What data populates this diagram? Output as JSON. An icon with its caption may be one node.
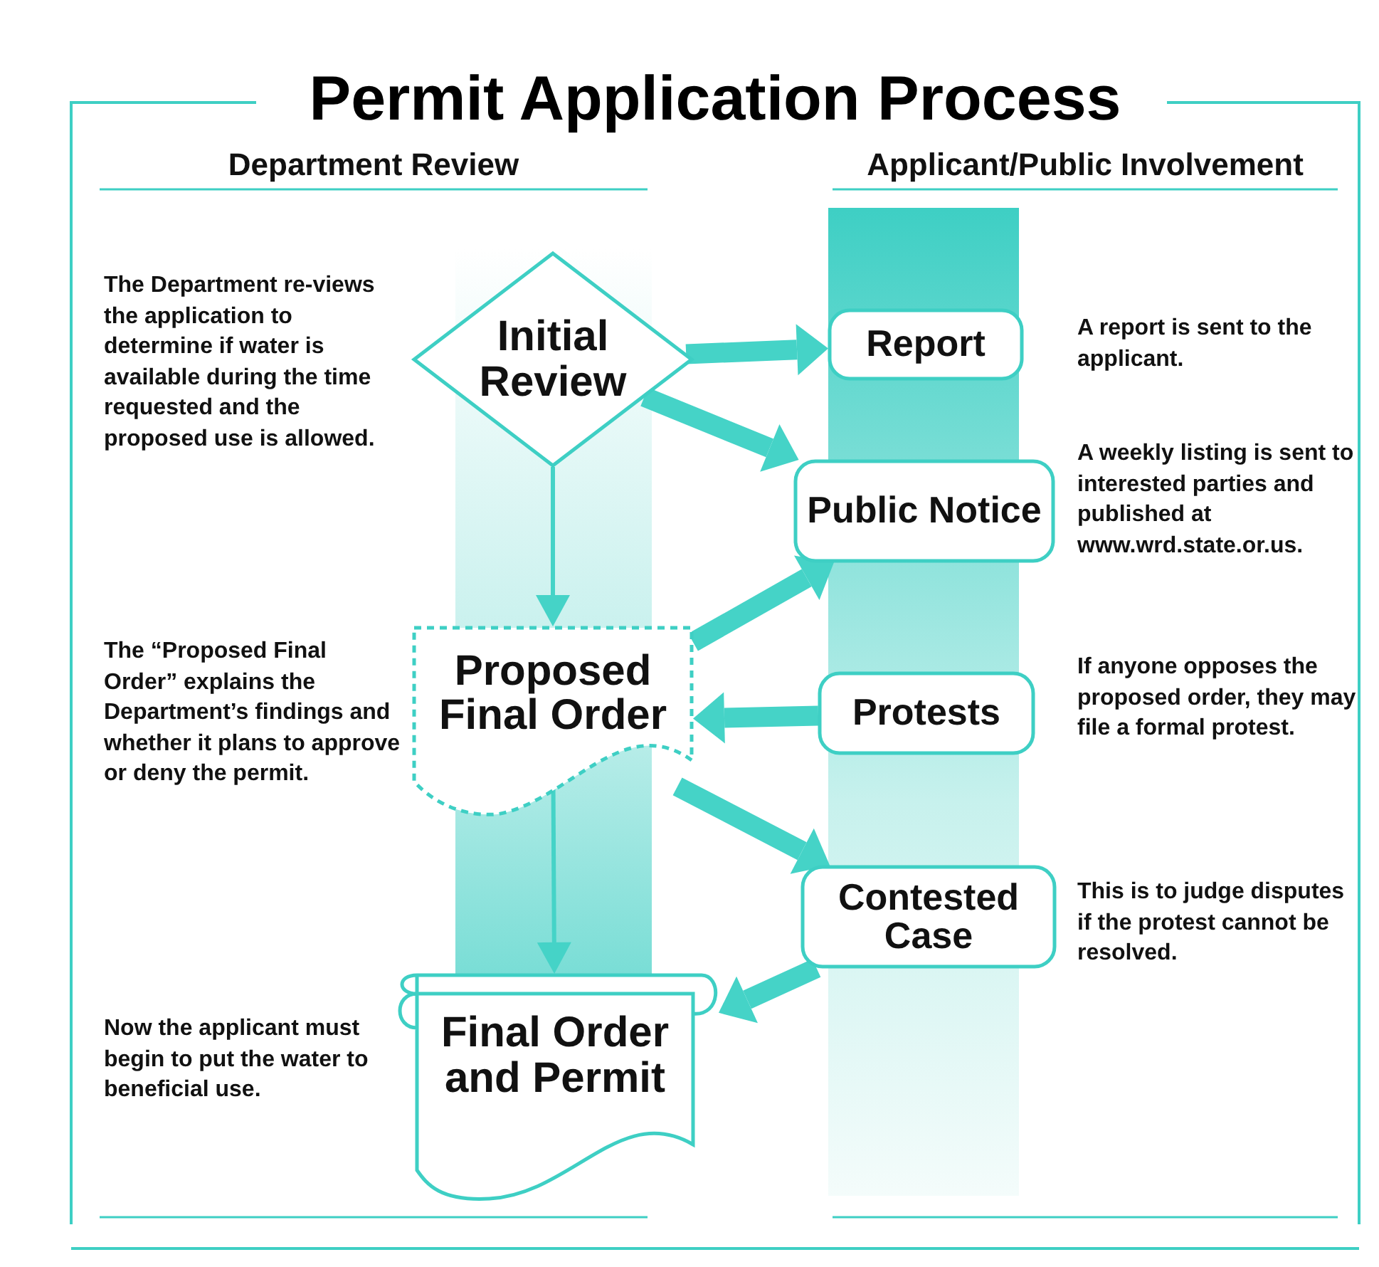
{
  "diagram": {
    "title": "Permit Application Process",
    "nodes": [
      {
        "text": [
          "Initial Review"
        ],
        "beside": [
          "The Department re-views the application to determine if water is available during the time requested and the proposed use is allowed."
        ]
      },
      {
        "text": [
          "Report"
        ],
        "beside": [
          "A report is sent to the applicant."
        ]
      },
      {
        "text": [
          "Public Notice"
        ],
        "beside": [
          "A weekly listing is sent to interested parties and published at www.wrd.state.or.us."
        ]
      },
      {
        "text": [
          "Proposed Final Order"
        ],
        "beside": [
          "The “Proposed Final Order” explains the Department’s findings and whether it plans to approve or deny the permit."
        ]
      },
      {
        "text": [
          "Protests"
        ],
        "beside": [
          "If anyone opposes the proposed order, they may file a formal protest."
        ]
      },
      {
        "text": [
          "Contested Case"
        ],
        "beside": [
          "This is to judge disputes if the protest cannot be resolved."
        ]
      },
      {
        "text": [
          "Final Order and Permit"
        ],
        "beside": [
          "Now the applicant must begin to put the water to beneficial use."
        ]
      }
    ],
    "edges": [
      {
        "from": 0,
        "to": 1,
        "arrow": "to"
      },
      {
        "from": 0,
        "to": 2,
        "arrow": "to"
      },
      {
        "from": 3,
        "to": 2,
        "arrow": "to"
      },
      {
        "from": 0,
        "to": 3,
        "arrow": "to"
      },
      {
        "from": 4,
        "to": 3,
        "arrow": "to"
      },
      {
        "from": 3,
        "to": 5,
        "arrow": "to"
      },
      {
        "from": 5,
        "to": 6,
        "arrow": "to"
      },
      {
        "from": 3,
        "to": 6,
        "arrow": "to"
      }
    ],
    "labels": [
      "Department Review",
      "Applicant/Public Involvement"
    ]
  }
}
